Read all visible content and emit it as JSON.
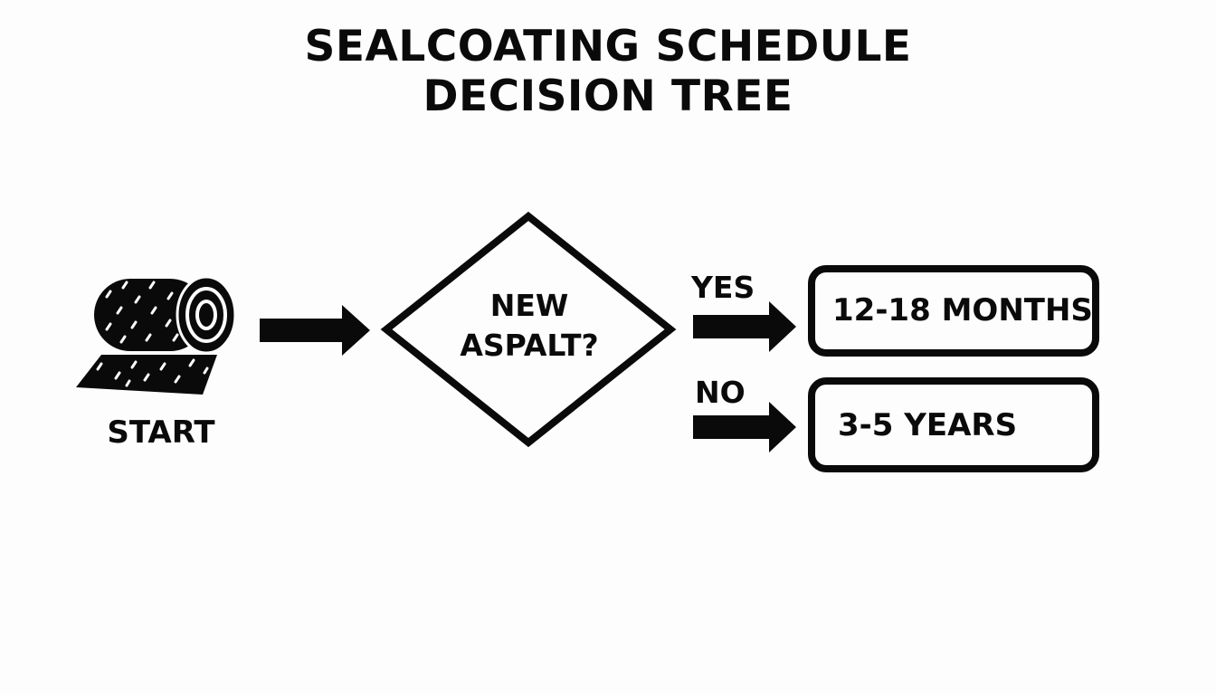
{
  "title": {
    "line1": "SEALCOATING SCHEDULE",
    "line2": "DECISION TREE"
  },
  "start": {
    "icon": "asphalt-roll-icon",
    "label": "START"
  },
  "decision": {
    "line1": "NEW",
    "line2": "ASPALT?"
  },
  "branches": {
    "yes": {
      "label": "YES",
      "outcome": "12-18 MONTHS"
    },
    "no": {
      "label": "NO",
      "outcome": "3-5 YEARS"
    }
  },
  "colors": {
    "ink": "#0a0a0a",
    "background": "#fdfdfd"
  }
}
